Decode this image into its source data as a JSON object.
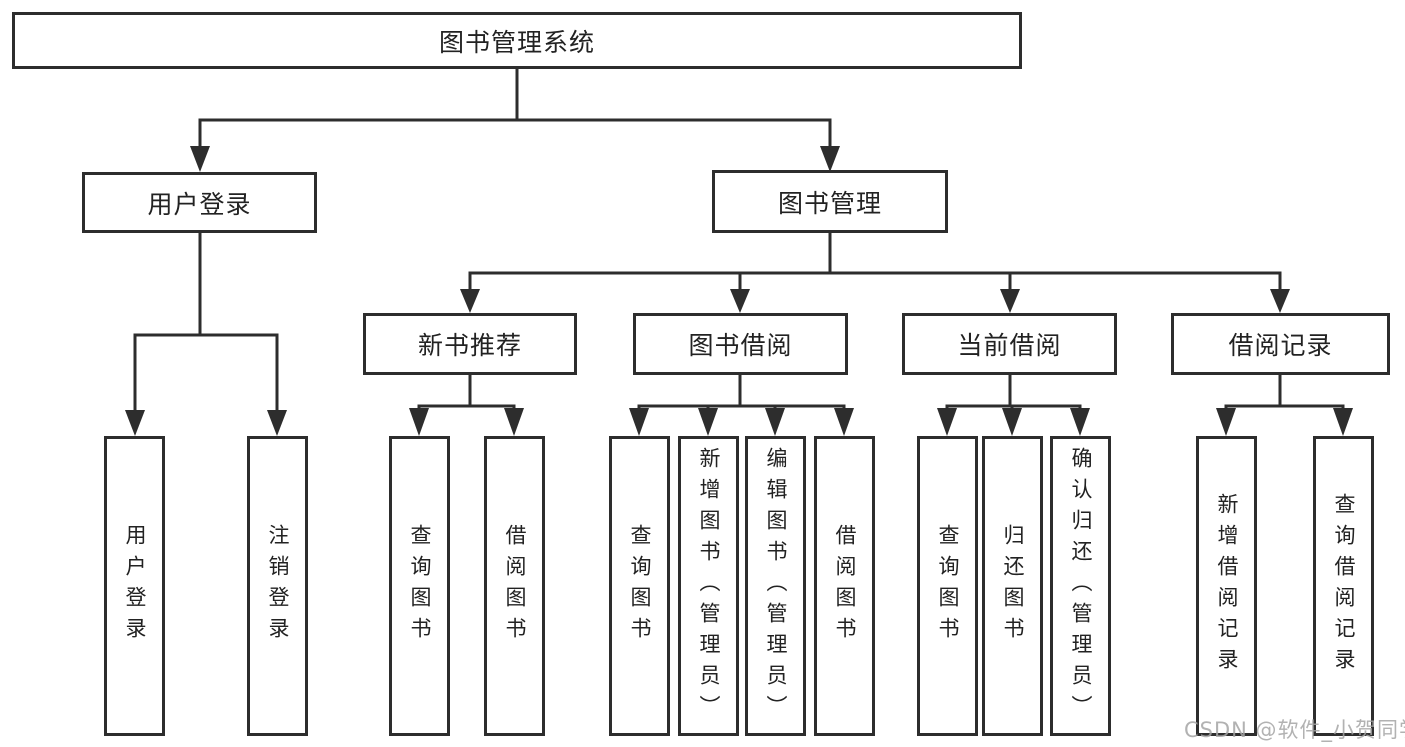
{
  "diagram": {
    "type": "hierarchy-tree",
    "root": {
      "label": "图书管理系统"
    },
    "level2": [
      {
        "label": "用户登录"
      },
      {
        "label": "图书管理"
      }
    ],
    "level3": [
      {
        "label": "新书推荐",
        "parent": "图书管理"
      },
      {
        "label": "图书借阅",
        "parent": "图书管理"
      },
      {
        "label": "当前借阅",
        "parent": "图书管理"
      },
      {
        "label": "借阅记录",
        "parent": "图书管理"
      }
    ],
    "leaves": [
      {
        "label": "用户登录",
        "parent": "用户登录"
      },
      {
        "label": "注销登录",
        "parent": "用户登录"
      },
      {
        "label": "查询图书",
        "parent": "新书推荐"
      },
      {
        "label": "借阅图书",
        "parent": "新书推荐"
      },
      {
        "label": "查询图书",
        "parent": "图书借阅"
      },
      {
        "label": "新增图书（管理员）",
        "parent": "图书借阅"
      },
      {
        "label": "编辑图书（管理员）",
        "parent": "图书借阅"
      },
      {
        "label": "借阅图书",
        "parent": "图书借阅"
      },
      {
        "label": "查询图书",
        "parent": "当前借阅"
      },
      {
        "label": "归还图书",
        "parent": "当前借阅"
      },
      {
        "label": "确认归还（管理员）",
        "parent": "当前借阅"
      },
      {
        "label": "新增借阅记录",
        "parent": "借阅记录"
      },
      {
        "label": "查询借阅记录",
        "parent": "借阅记录"
      }
    ],
    "colors": {
      "line": "#2d2d2d",
      "text": "#222222",
      "background": "#ffffff",
      "watermark": "#a5a5a5"
    }
  },
  "watermark": {
    "text": "CSDN @软件_小贺同学"
  }
}
